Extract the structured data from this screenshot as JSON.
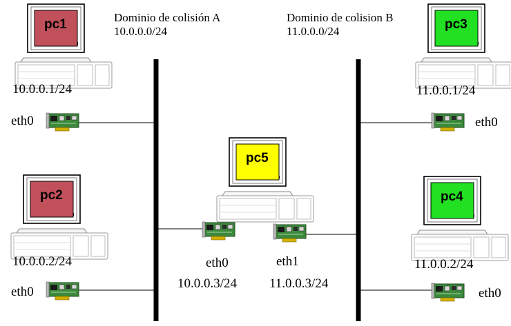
{
  "domains": {
    "a": {
      "title": "Dominio de colisión A",
      "network": "10.0.0.0/24"
    },
    "b": {
      "title": "Dominio de colision B",
      "network": "11.0.0.0/24"
    }
  },
  "pcs": {
    "pc1": {
      "name": "pc1",
      "ip": "10.0.0.1/24",
      "iface": "eth0",
      "screen_color": "#c0505a"
    },
    "pc2": {
      "name": "pc2",
      "ip": "10.0.0.2/24",
      "iface": "eth0",
      "screen_color": "#c0505a"
    },
    "pc3": {
      "name": "pc3",
      "ip": "11.0.0.1/24",
      "iface": "eth0",
      "screen_color": "#22e022"
    },
    "pc4": {
      "name": "pc4",
      "ip": "11.0.0.2/24",
      "iface": "eth0",
      "screen_color": "#22e022"
    },
    "pc5": {
      "name": "pc5",
      "screen_color": "#ffff00",
      "iface0": {
        "name": "eth0",
        "ip": "10.0.0.3/24"
      },
      "iface1": {
        "name": "eth1",
        "ip": "11.0.0.3/24"
      }
    }
  },
  "icons": {
    "computer": "computer-icon",
    "nic": "network-card-icon"
  }
}
